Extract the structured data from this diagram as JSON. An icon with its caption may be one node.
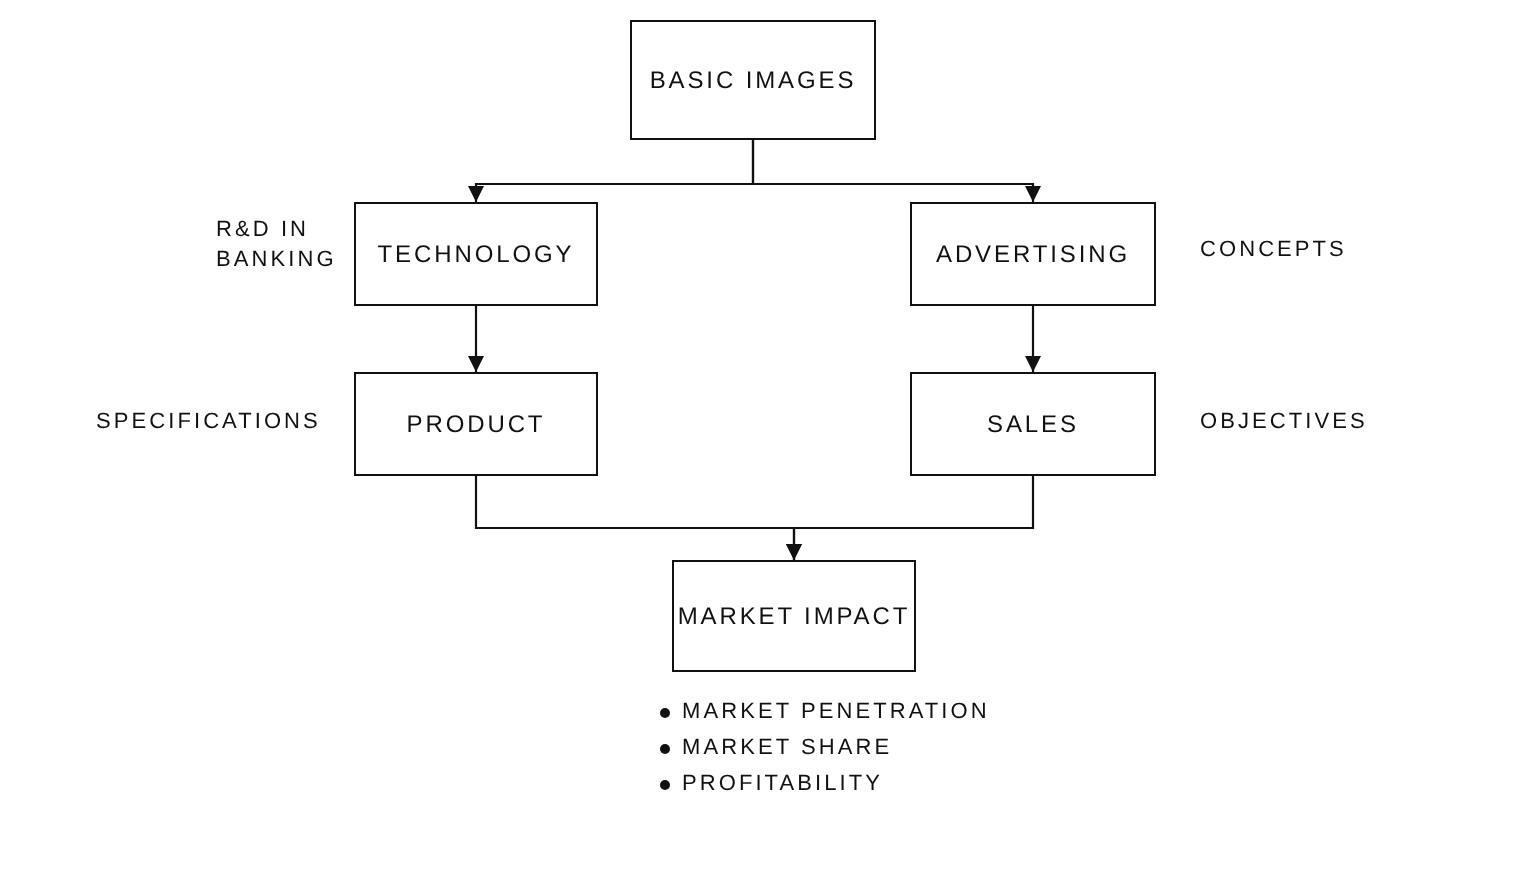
{
  "diagram": {
    "nodes": [
      {
        "text": [
          "BASIC IMAGES"
        ]
      },
      {
        "text": [
          "TECHNOLOGY"
        ],
        "beside": [
          "R&D IN BANKING"
        ]
      },
      {
        "text": [
          "ADVERTISING"
        ],
        "beside": [
          "CONCEPTS"
        ]
      },
      {
        "text": [
          "PRODUCT"
        ],
        "beside": [
          "SPECIFICATIONS"
        ]
      },
      {
        "text": [
          "SALES"
        ],
        "beside": [
          "OBJECTIVES"
        ]
      },
      {
        "text": [
          "MARKET IMPACT"
        ],
        "beside": [
          "MARKET PENETRATION",
          "MARKET SHARE",
          "PROFITABILITY"
        ]
      }
    ],
    "edges": [
      {
        "from": 0,
        "to": 1,
        "arrow": "to"
      },
      {
        "from": 0,
        "to": 2,
        "arrow": "to"
      },
      {
        "from": 1,
        "to": 3,
        "arrow": "to"
      },
      {
        "from": 2,
        "to": 4,
        "arrow": "to"
      },
      {
        "from": 3,
        "to": 5,
        "arrow": "to"
      },
      {
        "from": 4,
        "to": 5,
        "arrow": "to"
      }
    ]
  }
}
